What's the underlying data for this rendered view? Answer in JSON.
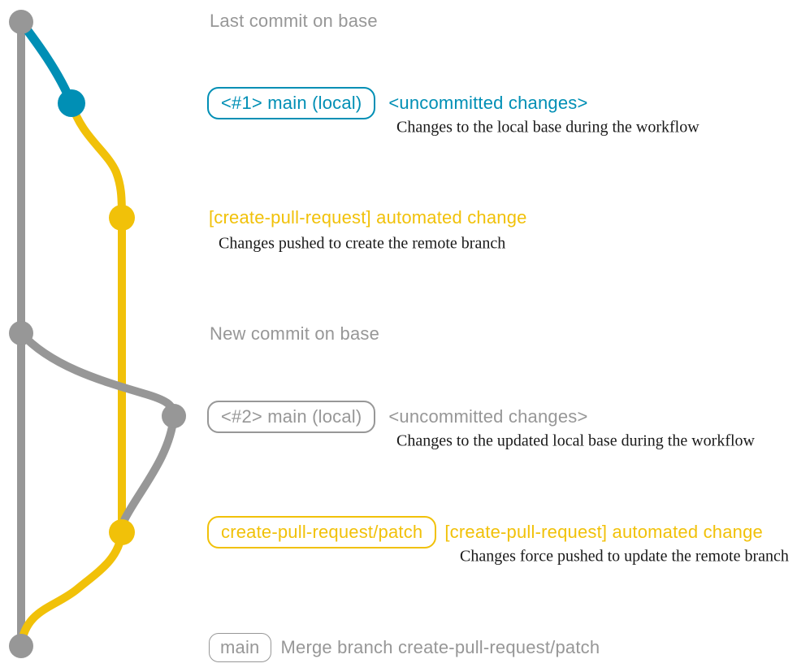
{
  "colors": {
    "gray": "#979797",
    "blue": "#008fb5",
    "yellow": "#f1c109",
    "annotation_text": "#1a1a1a",
    "background": "#ffffff"
  },
  "rows": [
    {
      "commit_color": "gray",
      "label": "Last commit on base"
    },
    {
      "commit_color": "blue",
      "box_label": "<#1> main (local)",
      "heading": "<uncommitted changes>",
      "annotation": "Changes to the local base during the workflow"
    },
    {
      "commit_color": "yellow",
      "heading": "[create-pull-request] automated change",
      "annotation": "Changes pushed to create the remote branch"
    },
    {
      "commit_color": "gray",
      "label": "New commit on base"
    },
    {
      "commit_color": "gray",
      "box_label": "<#2> main (local)",
      "heading": "<uncommitted changes>",
      "annotation": "Changes to the updated local base during the workflow"
    },
    {
      "commit_color": "yellow",
      "box_label": "create-pull-request/patch",
      "heading": "[create-pull-request] automated change",
      "annotation": "Changes force pushed to update the remote branch"
    },
    {
      "commit_color": "gray",
      "box_label": "main",
      "heading": "Merge branch create-pull-request/patch"
    }
  ],
  "graph": {
    "branch_colors": [
      "gray",
      "blue",
      "yellow"
    ],
    "edges": [
      {
        "from": 0,
        "to": 6,
        "color": "gray",
        "kind": "base-line"
      },
      {
        "from": 0,
        "to": 1,
        "color": "blue",
        "kind": "branch-out"
      },
      {
        "from": 1,
        "to": 2,
        "color": "yellow",
        "kind": "branch-out"
      },
      {
        "from": 2,
        "to": 5,
        "color": "yellow",
        "kind": "branch-line"
      },
      {
        "from": 3,
        "to": 4,
        "color": "gray",
        "kind": "branch-out"
      },
      {
        "from": 4,
        "to": 5,
        "color": "gray",
        "kind": "merge-in"
      },
      {
        "from": 5,
        "to": 6,
        "color": "yellow",
        "kind": "merge-in"
      }
    ]
  }
}
